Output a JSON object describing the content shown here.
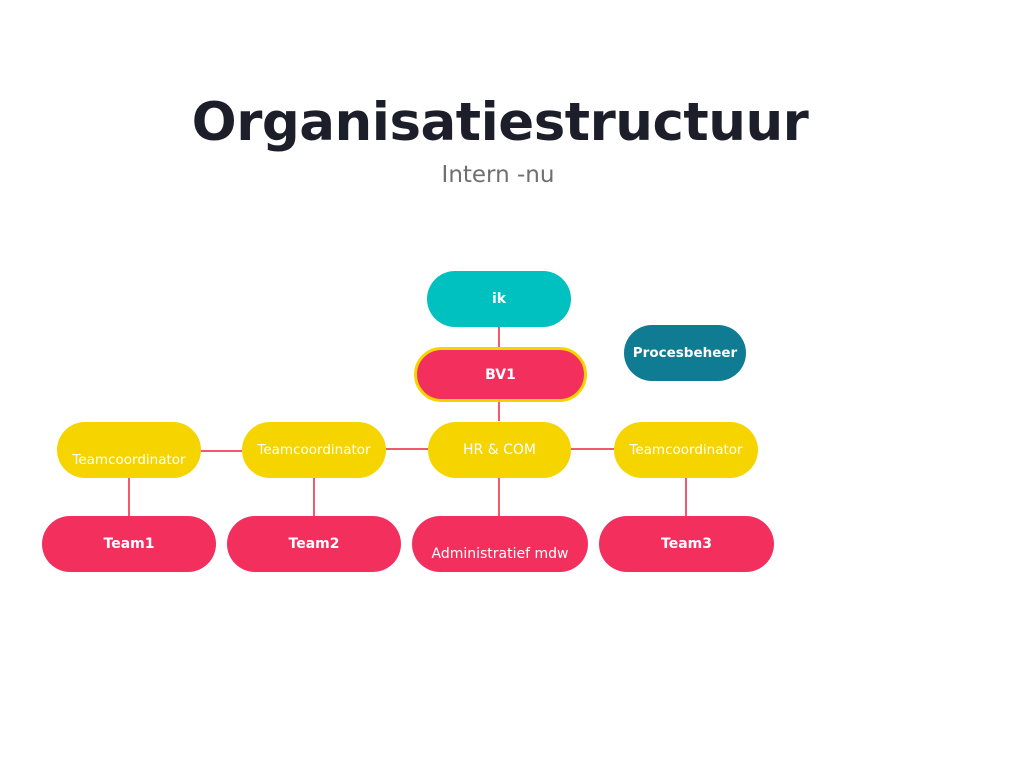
{
  "title": "Organisatiestructuur",
  "subtitle": "Intern -nu",
  "colors": {
    "teal": "#00c0c0",
    "dark_teal": "#107c93",
    "pink": "#f32f5e",
    "yellow": "#f6d400",
    "connector": "#f05a6d",
    "highlight_border": "#f6d400"
  },
  "nodes": {
    "ik": "ik",
    "bv1": "BV1",
    "procesbeheer": "Procesbeheer",
    "teamcoordinator_1": "Teamcoordinator",
    "teamcoordinator_2": "Teamcoordinator",
    "hr_com": "HR & COM",
    "teamcoordinator_3": "Teamcoordinator",
    "team1": "Team1",
    "team2": "Team2",
    "administratief": "Administratief mdw",
    "team3": "Team3"
  }
}
